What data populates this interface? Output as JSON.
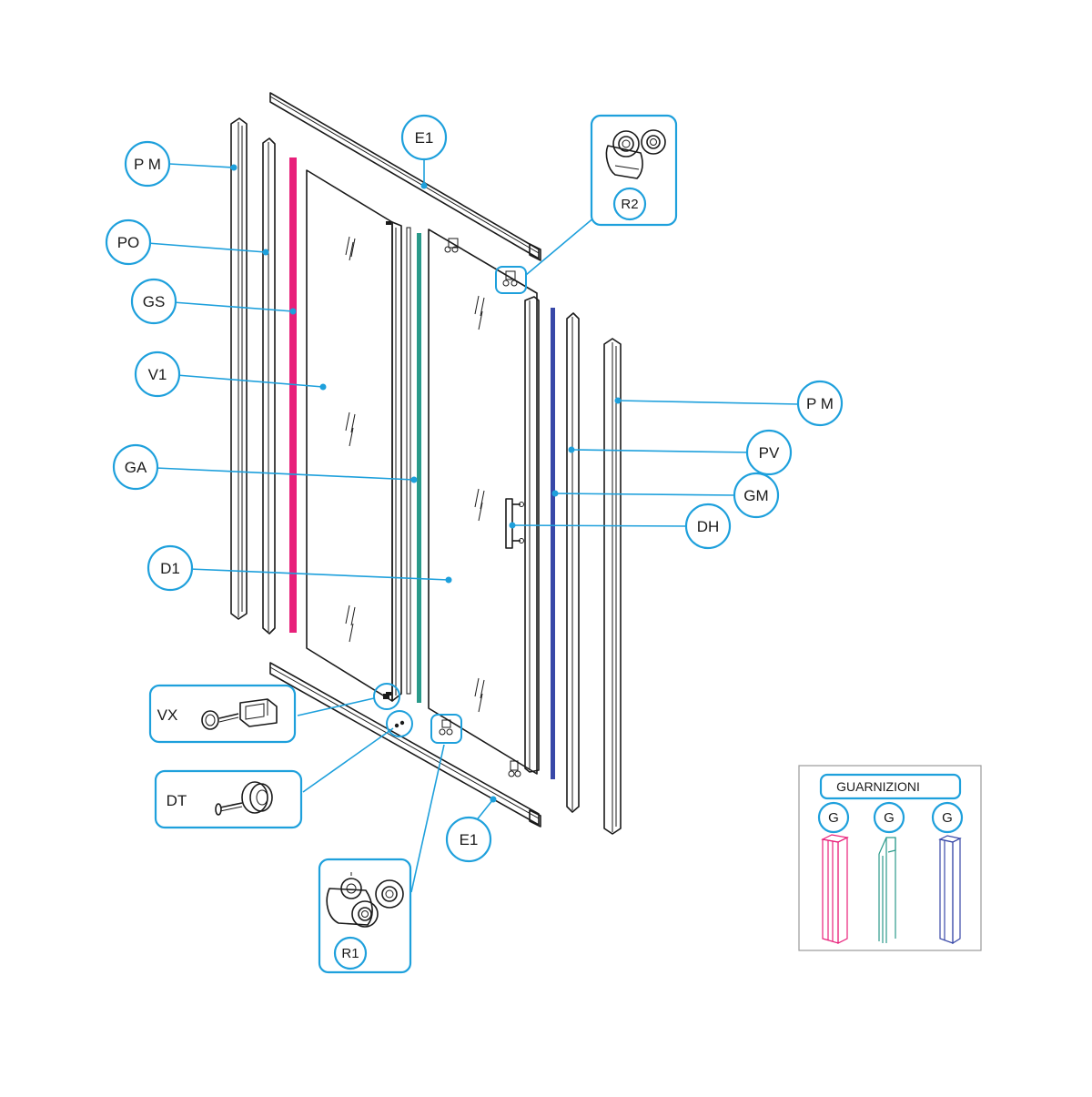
{
  "colors": {
    "callout": "#1ea0dc",
    "gasket_gs": "#e8207a",
    "gasket_ga": "#2a9a8a",
    "gasket_gm": "#3848a8",
    "line": "#1a1a1a"
  },
  "labels": {
    "pm_left": "P M",
    "po": "PO",
    "gs": "GS",
    "v1": "V1",
    "ga": "GA",
    "d1": "D1",
    "e1_top": "E1",
    "e1_bottom": "E1",
    "r2": "R2",
    "pm_right": "P M",
    "pv": "PV",
    "gm": "GM",
    "dh": "DH",
    "vx": "VX",
    "dt": "DT",
    "r1": "R1"
  },
  "legend": {
    "title": "GUARNIZIONI",
    "items": [
      {
        "label": "G",
        "color": "#e8207a"
      },
      {
        "label": "G",
        "color": "#2a9a8a"
      },
      {
        "label": "G",
        "color": "#3848a8"
      }
    ]
  }
}
